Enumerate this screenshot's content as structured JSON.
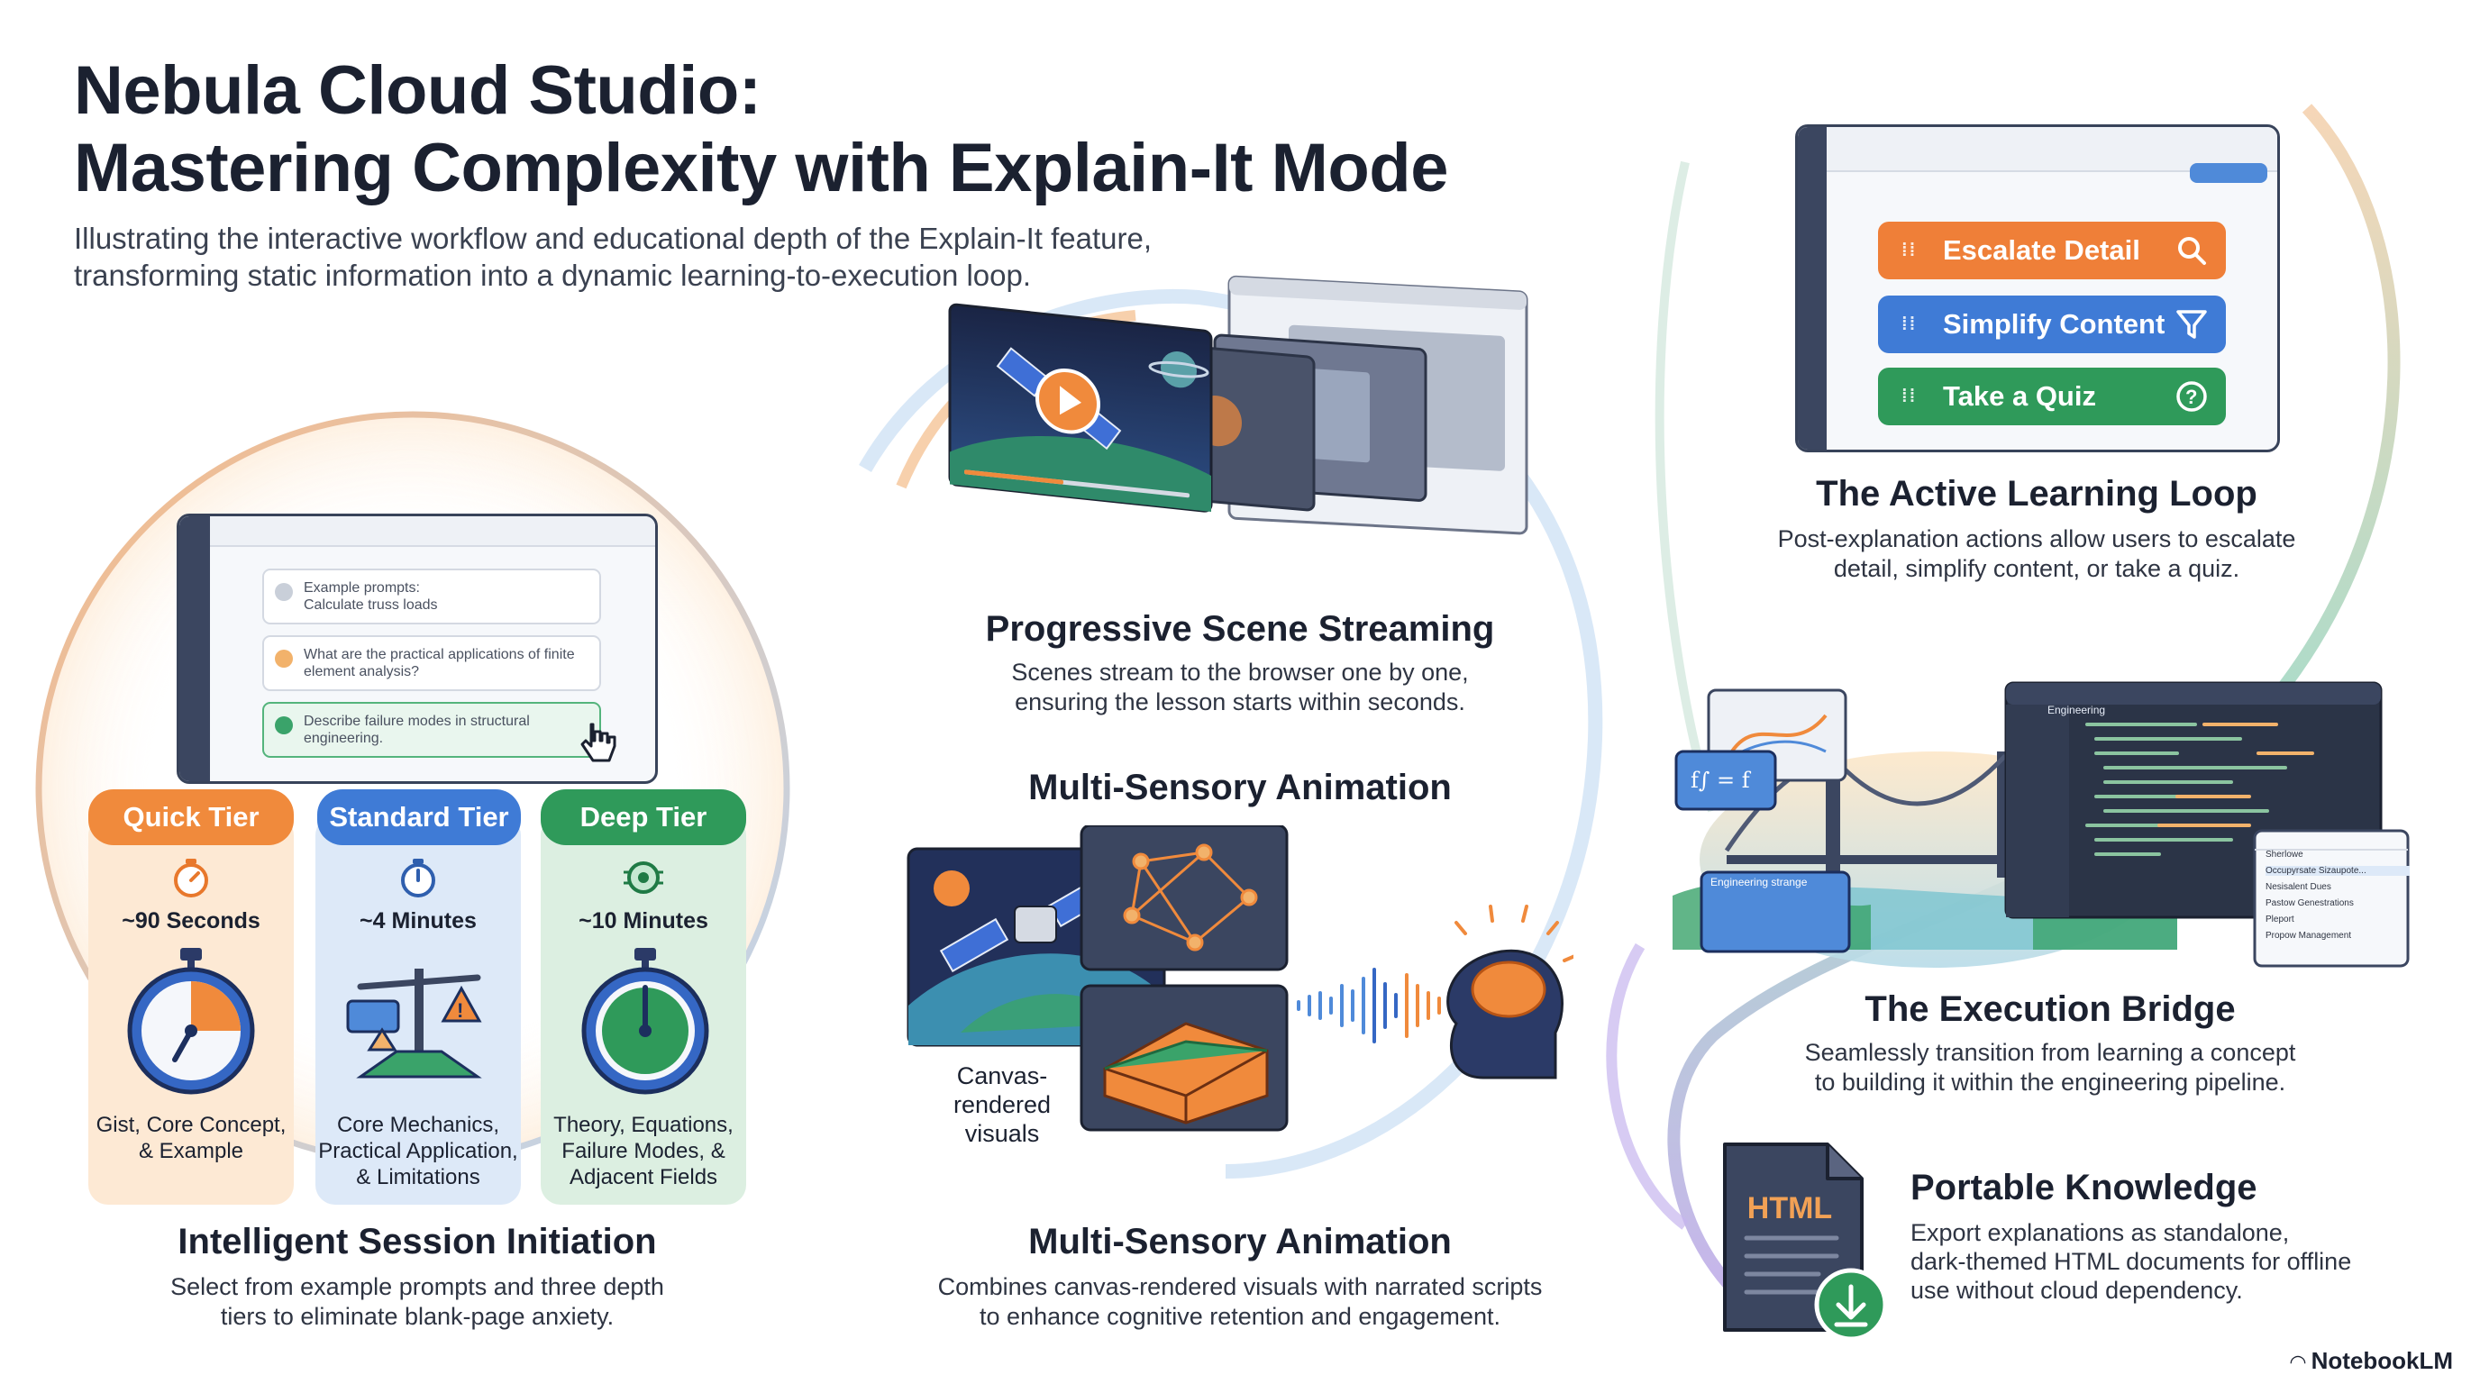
{
  "header": {
    "title_line1": "Nebula Cloud Studio:",
    "title_line2": "Mastering Complexity with Explain-It Mode",
    "subtitle_line1": "Illustrating the interactive workflow and educational depth of the Explain-It feature,",
    "subtitle_line2": "transforming static information into a dynamic learning-to-execution loop."
  },
  "session": {
    "prompts": [
      {
        "text": "Example prompts:\nCalculate truss loads",
        "status": "done"
      },
      {
        "text": "What are the practical applications of finite element analysis?",
        "status": "done"
      },
      {
        "text": "Describe failure modes in structural engineering.",
        "status": "selected"
      }
    ],
    "tiers": [
      {
        "name": "Quick Tier",
        "duration": "~90 Seconds",
        "desc": "Gist, Core Concept, & Example",
        "color": "#f08a3c",
        "bg": "#fde9d4",
        "fill": 0.25
      },
      {
        "name": "Standard Tier",
        "duration": "~4 Minutes",
        "desc": "Core Mechanics, Practical Application, & Limitations",
        "color": "#3f7bd6",
        "bg": "#dde9f8"
      },
      {
        "name": "Deep Tier",
        "duration": "~10 Minutes",
        "desc": "Theory, Equations, Failure Modes, & Adjacent Fields",
        "color": "#2f9a5a",
        "bg": "#dcefe1",
        "fill": 0.9
      }
    ],
    "title": "Intelligent Session Initiation",
    "text_line1": "Select from example prompts and three depth",
    "text_line2": "tiers to eliminate blank-page anxiety."
  },
  "streaming": {
    "title": "Progressive Scene Streaming",
    "text_line1": "Scenes stream to the browser one by one,",
    "text_line2": "ensuring the lesson starts within seconds."
  },
  "animation": {
    "heading": "Multi-Sensory Animation",
    "canvas_label_1": "Canvas-",
    "canvas_label_2": "rendered",
    "canvas_label_3": "visuals",
    "title": "Multi-Sensory Animation",
    "text_line1": "Combines canvas-rendered visuals with narrated scripts",
    "text_line2": "to enhance cognitive retention and engagement."
  },
  "loop": {
    "actions": [
      {
        "label": "Escalate Detail",
        "color": "#ef7f38",
        "icon": "search-icon"
      },
      {
        "label": "Simplify Content",
        "color": "#3f7bd6",
        "icon": "filter-icon"
      },
      {
        "label": "Take a Quiz",
        "color": "#2f9a5a",
        "icon": "question-icon"
      }
    ],
    "title": "The Active Learning Loop",
    "text_line1": "Post-explanation actions allow users to escalate",
    "text_line2": "detail, simplify content, or take a quiz."
  },
  "bridge": {
    "ide_title": "Engineering",
    "formula_label": "Engineering strange",
    "menu_items": [
      "Sherlowe",
      "Occupyrsate Sizaupote...",
      "Nesisalent Dues",
      "Pastow Genestrations",
      "Pleport",
      "Propow Management"
    ],
    "title": "The Execution Bridge",
    "text_line1": "Seamlessly transition from learning a concept",
    "text_line2": "to building it within the engineering pipeline."
  },
  "portable": {
    "file_label": "HTML",
    "title": "Portable Knowledge",
    "text_line1": "Export explanations as standalone,",
    "text_line2": "dark-themed HTML documents for offline",
    "text_line3": "use without cloud dependency."
  },
  "brand": "NotebookLM"
}
